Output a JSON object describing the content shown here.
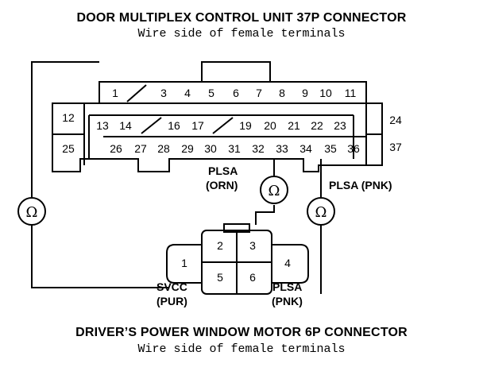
{
  "top_connector": {
    "title": "DOOR MULTIPLEX CONTROL UNIT 37P CONNECTOR",
    "subtitle": "Wire side of female terminals",
    "row1": [
      "1",
      "",
      "3",
      "4",
      "5",
      "6",
      "7",
      "8",
      "9",
      "10",
      "11"
    ],
    "row2": [
      "13",
      "14",
      "",
      "16",
      "17",
      "",
      "19",
      "20",
      "21",
      "22",
      "23"
    ],
    "row3": [
      "26",
      "27",
      "28",
      "29",
      "30",
      "31",
      "32",
      "33",
      "34",
      "35",
      "36"
    ],
    "left_pins": [
      "12",
      "25"
    ],
    "right_pins": [
      "24",
      "37"
    ]
  },
  "bottom_connector": {
    "title": "DRIVER’S POWER WINDOW MOTOR 6P CONNECTOR",
    "subtitle": "Wire side of female terminals",
    "pins": [
      "1",
      "2",
      "3",
      "4",
      "5",
      "6"
    ]
  },
  "labels": {
    "plsa_orn_1": "PLSA",
    "plsa_orn_2": "(ORN)",
    "plsa_pnk_top": "PLSA (PNK)",
    "svcc_1": "SVCC",
    "svcc_2": "(PUR)",
    "plsa_pnk_1": "PLSA",
    "plsa_pnk_2": "(PNK)"
  },
  "meters": [
    "Ω",
    "Ω",
    "Ω"
  ]
}
